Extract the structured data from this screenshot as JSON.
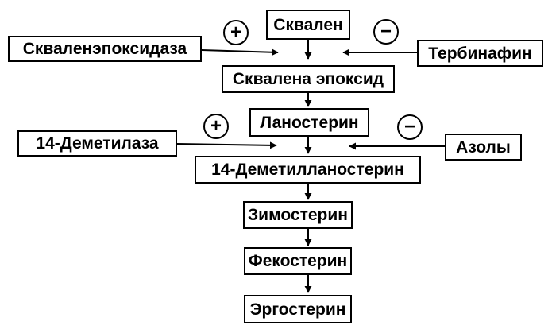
{
  "pathway": [
    {
      "id": "squalene",
      "label": "Сквален"
    },
    {
      "id": "squalene-epoxide",
      "label": "Сквалена эпоксид"
    },
    {
      "id": "lanosterol",
      "label": "Ланостерин"
    },
    {
      "id": "demethyllanosterol",
      "label": "14-Деметилланостерин"
    },
    {
      "id": "zymosterol",
      "label": "Зимостерин"
    },
    {
      "id": "fecosterol",
      "label": "Фекостерин"
    },
    {
      "id": "ergosterol",
      "label": "Эргостерин"
    }
  ],
  "enzymes": {
    "squalene_epoxidase": "Скваленэпоксидаза",
    "demethylase": "14-Деметилаза"
  },
  "inhibitors": {
    "terbinafine": "Тербинафин",
    "azoles": "Азолы"
  },
  "signs": {
    "plus": "+",
    "minus": "−"
  }
}
